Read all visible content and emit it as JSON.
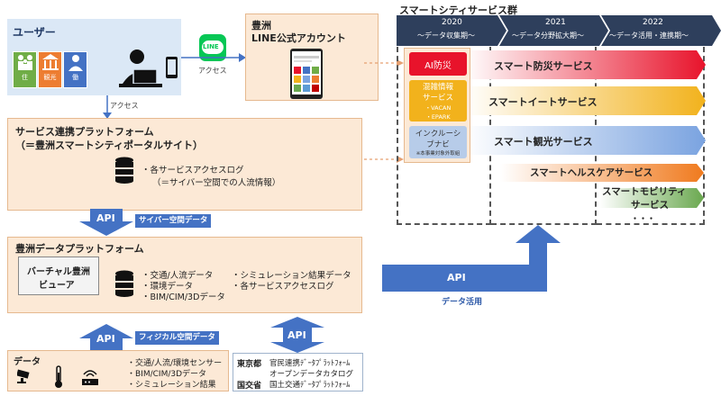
{
  "user": {
    "title": "ユーザー",
    "tiles": [
      {
        "label": "住",
        "icon": "family-icon"
      },
      {
        "label": "観光",
        "icon": "building-icon"
      },
      {
        "label": "働",
        "icon": "worker-icon"
      }
    ]
  },
  "line": {
    "logo": "LINE",
    "access_label": "アクセス",
    "title1": "豊洲",
    "title2": "LINE公式アカウント"
  },
  "access_down": "アクセス",
  "portal": {
    "title1": "サービス連携プラットフォーム",
    "title2": "（＝豊洲スマートシティポータルサイト）",
    "bullet1": "・各サービスアクセスログ",
    "bullet2": "（＝サイバー空間での人流情報）"
  },
  "api_cyber": {
    "api": "API",
    "label": "サイバー空間データ"
  },
  "data_platform": {
    "title": "豊洲データプラットフォーム",
    "viewer1": "バーチャル豊洲",
    "viewer2": "ビューア",
    "col1": [
      "・交通/人流データ",
      "・環境データ",
      "・BIM/CIM/3Dデータ"
    ],
    "col2": [
      "・シミュレーション結果データ",
      "・各サービスアクセスログ"
    ]
  },
  "api_physical": {
    "api": "API",
    "label": "フィジカル空間データ"
  },
  "api_gov": "API",
  "data_box": {
    "title": "データ",
    "items": [
      "・交通/人流/環境センサー",
      "・BIM/CIM/3Dデータ",
      "・シミュレーション結果"
    ]
  },
  "gov": {
    "rows": [
      {
        "org": "東京都",
        "lines": [
          "官民連携ﾃﾞｰﾀﾌﾟﾗｯﾄﾌｫｰﾑ",
          "オープンデータカタログ"
        ]
      },
      {
        "org": "国交省",
        "lines": [
          "国土交通ﾃﾞｰﾀﾌﾟﾗｯﾄﾌｫｰﾑ"
        ]
      }
    ]
  },
  "api_big": {
    "api": "API",
    "caption": "データ活用"
  },
  "services": {
    "title": "スマートシティサービス群",
    "years": [
      {
        "year": "2020",
        "phase": "～データ収集期～"
      },
      {
        "year": "2021",
        "phase": "～データ分野拡大期～"
      },
      {
        "year": "2022",
        "phase": "～データ活用・連携期～"
      }
    ],
    "early": {
      "ai": "AI防災",
      "crowd": [
        "混雑情報",
        "サービス",
        "・VACAN",
        "・EPARK"
      ],
      "inclusive": [
        "インクルーシ",
        "ブナビ",
        "※本事業対象外取組"
      ]
    },
    "bands": [
      {
        "name": "スマート防災サービス",
        "color": "#e8132b"
      },
      {
        "name": "スマートイートサービス",
        "color": "#f2b21c"
      },
      {
        "name": "スマート観光サービス",
        "color": "#7aa3e0"
      },
      {
        "name": "スマートヘルスケアサービス",
        "color": "#f07a1e"
      },
      {
        "name": "スマートモビリティ",
        "name2": "サービス",
        "color": "#6aa84f"
      }
    ],
    "ellipsis": "・・・"
  },
  "colors": {
    "navy": "#2e3f5c",
    "blue": "#4472c4",
    "peach": "#fce9d6",
    "user_bg": "#dbe8f6"
  }
}
